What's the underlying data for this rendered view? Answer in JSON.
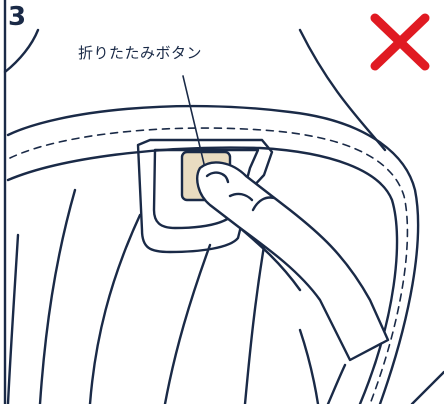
{
  "step": {
    "number": "3"
  },
  "callout": {
    "label": "折りたたみボタン"
  },
  "status": {
    "meaning": "incorrect",
    "mark_color": "#e01a22"
  },
  "colors": {
    "line": "#1a2a47",
    "button_fill": "#e9dcc1",
    "background": "#ffffff"
  },
  "icons": {
    "status_mark": "cross-mark-icon"
  }
}
